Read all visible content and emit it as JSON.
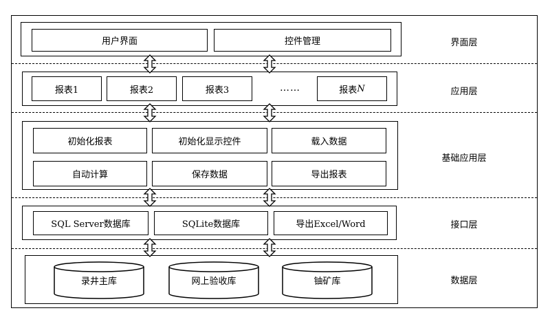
{
  "layers": {
    "ui": {
      "name": "界面层",
      "items": [
        "用户界面",
        "控件管理"
      ]
    },
    "app": {
      "name": "应用层",
      "items": [
        "报表1",
        "报表2",
        "报表3"
      ],
      "ellipsis": "……",
      "last_prefix": "报表",
      "last_suffix": "N"
    },
    "base": {
      "name": "基础应用层",
      "items": [
        "初始化报表",
        "初始化显示控件",
        "载入数据",
        "自动计算",
        "保存数据",
        "导出报表"
      ]
    },
    "iface": {
      "name": "接口层",
      "items": [
        "SQL Server数据库",
        "SQLite数据库",
        "导出Excel/Word"
      ]
    },
    "data": {
      "name": "数据层",
      "items": [
        "录井主库",
        "网上验收库",
        "铀矿库"
      ]
    }
  }
}
